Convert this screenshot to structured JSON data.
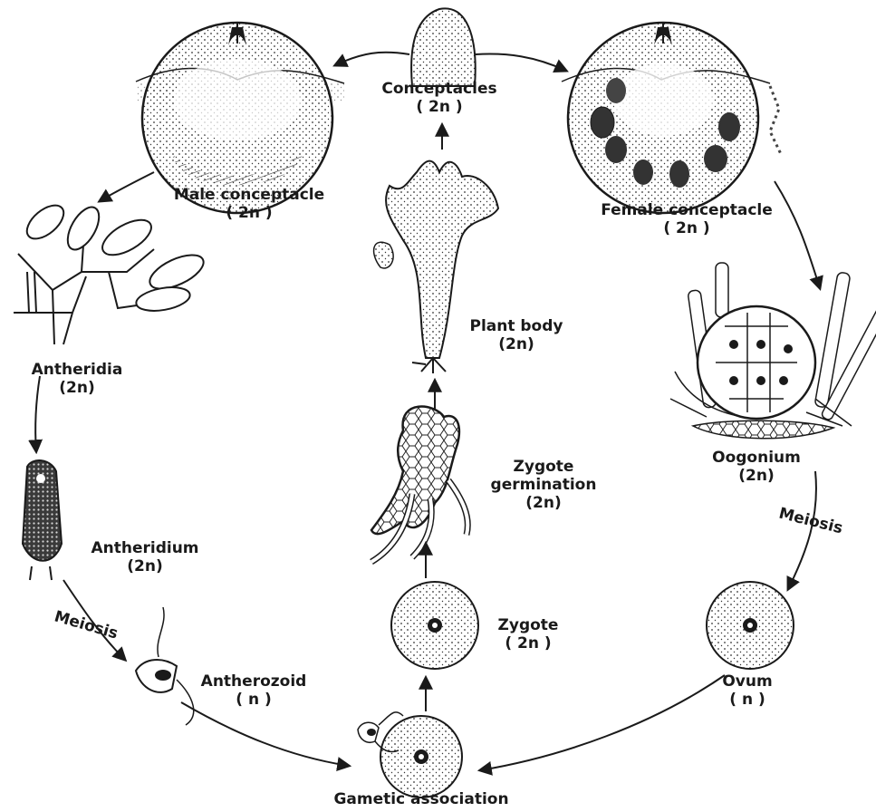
{
  "labels": {
    "conceptacles": {
      "name": "Conceptacles",
      "ploidy": "( 2n )"
    },
    "male_conceptacle": {
      "name": "Male conceptacle",
      "ploidy": "( 2n )"
    },
    "female_conceptacle": {
      "name": "Female  conceptacle",
      "ploidy": "( 2n )"
    },
    "antheridia": {
      "name": "Antheridia",
      "ploidy": "(2n)"
    },
    "plant_body": {
      "name": "Plant body",
      "ploidy": "(2n)"
    },
    "oogonium": {
      "name": "Oogonium",
      "ploidy": "(2n)"
    },
    "zygote_germination": {
      "line1": "Zygote",
      "line2": "germination",
      "ploidy": "(2n)"
    },
    "antheridium": {
      "name": "Antheridium",
      "ploidy": "(2n)"
    },
    "meiosis_left": "Meiosis",
    "meiosis_right": "Meiosis",
    "zygote": {
      "name": "Zygote",
      "ploidy": "( 2n )"
    },
    "antherozoid": {
      "name": "Antherozoid",
      "ploidy": "( n )"
    },
    "ovum": {
      "name": "Ovum",
      "ploidy": "( n )"
    },
    "gametic_association": "Gametic association"
  },
  "colors": {
    "ink": "#1a1a1a",
    "background": "#ffffff"
  }
}
